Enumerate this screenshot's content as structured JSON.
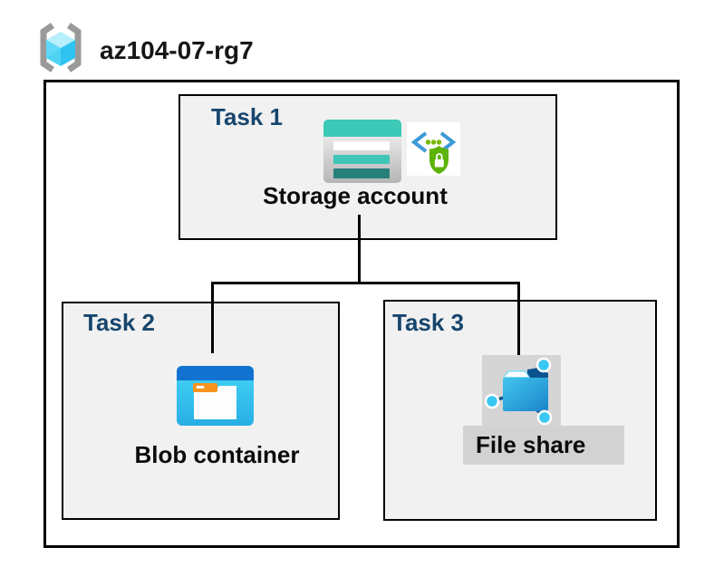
{
  "header": {
    "resource_group": "az104-07-rg7"
  },
  "tasks": [
    {
      "label": "Task 1",
      "resource": "Storage account"
    },
    {
      "label": "Task 2",
      "resource": "Blob container"
    },
    {
      "label": "Task 3",
      "resource": "File share"
    }
  ],
  "connections": [
    {
      "from": "Storage account",
      "to": "Blob container"
    },
    {
      "from": "Storage account",
      "to": "File share"
    }
  ],
  "icons": {
    "resource_group": "resource-group-brackets-cube-icon",
    "storage_account": "storage-account-icon",
    "secure_access": "shield-lock-api-icon",
    "blob_container": "blob-container-icon",
    "file_share": "file-share-network-folder-icon"
  },
  "colors": {
    "task_label_navy": "#17466e",
    "box_fill_gray": "#f1f1f1",
    "box_border": "#000000",
    "highlight_gray": "#d2d2d2",
    "storage_teal": "#3ec6b7",
    "storage_teal_dark": "#26807a",
    "blob_top_blue": "#1172d2",
    "blob_body_cyan": "#35c7ee",
    "folder_tab_orange": "#f7941f",
    "file_share_blue": "#1b84c9",
    "network_node_cyan": "#3ac7f2",
    "shield_green": "#5db308",
    "bracket_blue": "#3d9ad8",
    "rg_bracket_gray": "#9a9a9a"
  }
}
